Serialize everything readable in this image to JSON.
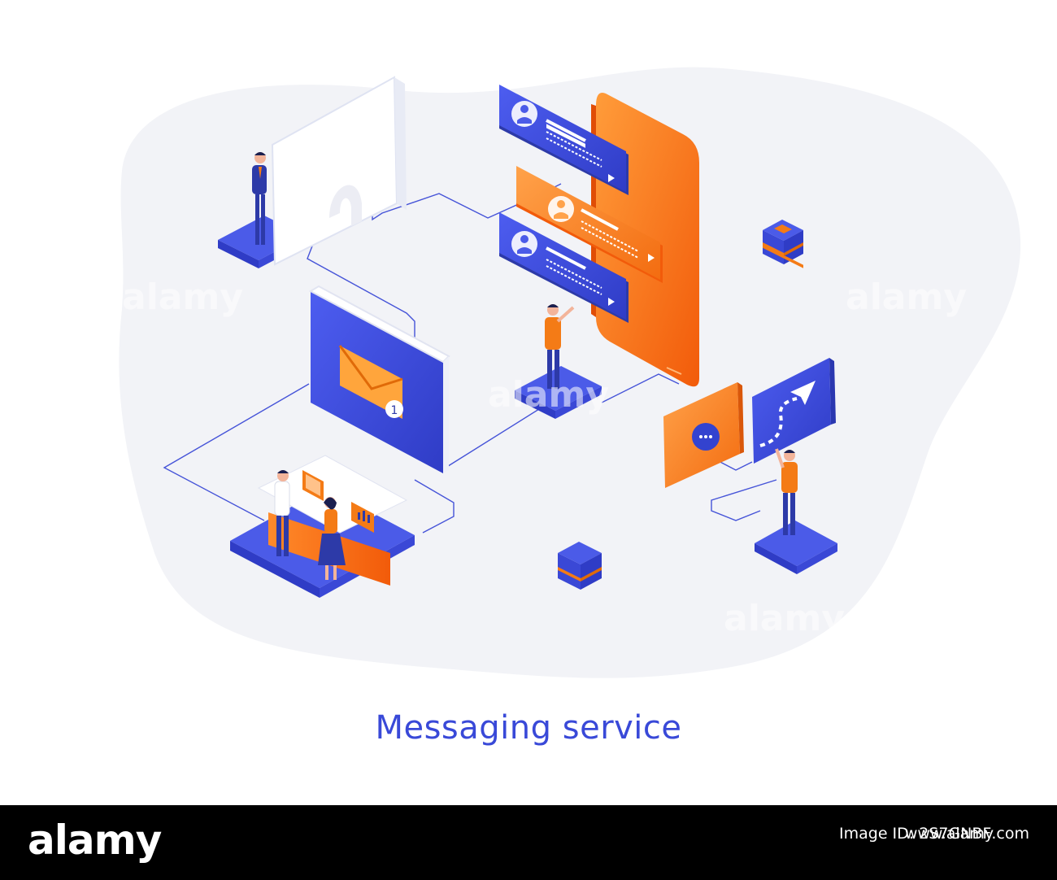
{
  "title": "Messaging service",
  "footer": {
    "brand": "alamy",
    "stock_id": "Image ID: 2S7GNBF",
    "image_id": "www.alamy.com"
  },
  "watermark": "alamy",
  "badge": "1",
  "colors": {
    "primary_blue": "#3949d8",
    "orange": "#f47b16",
    "light_orange": "#ff9a3c",
    "background_blob": "#f2f3f7"
  }
}
